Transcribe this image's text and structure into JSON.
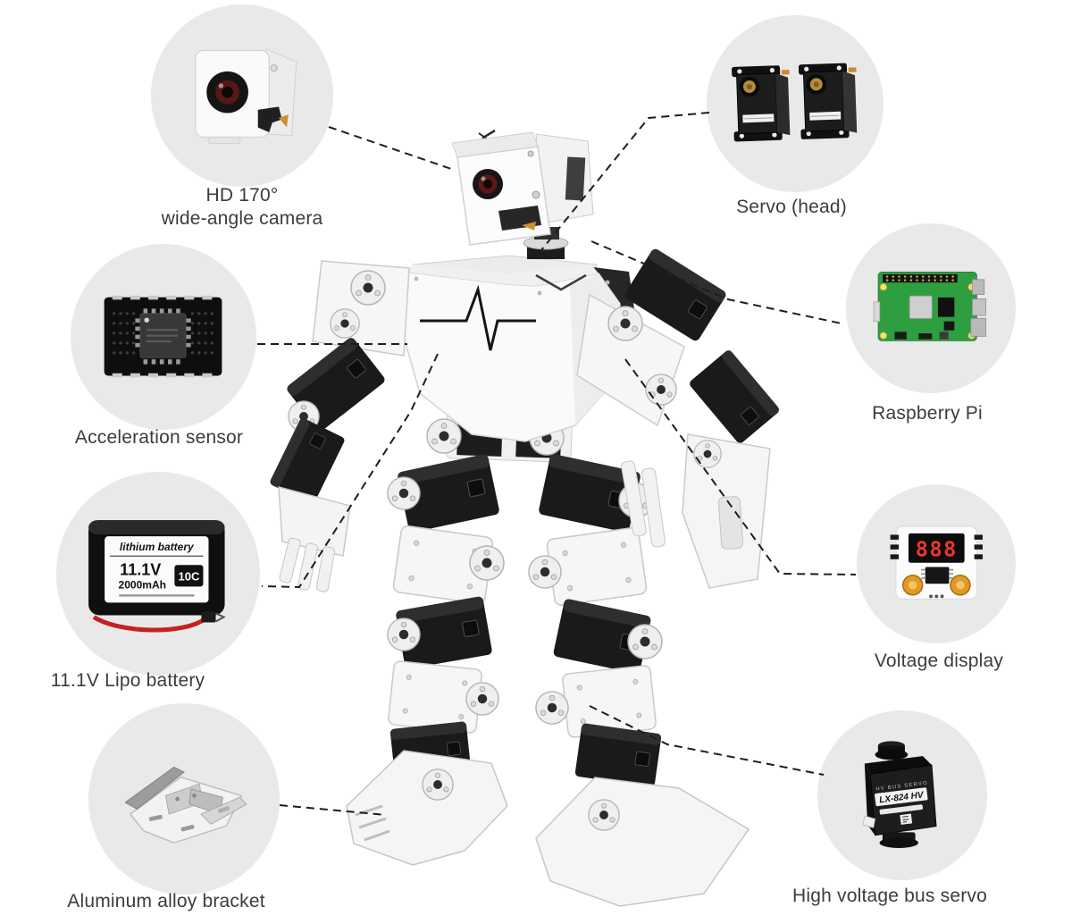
{
  "features": {
    "camera": {
      "line1": "HD 170°",
      "line2": "wide-angle camera"
    },
    "acceleration_sensor": {
      "label": "Acceleration sensor"
    },
    "lipo_battery": {
      "label": "11.1V Lipo battery"
    },
    "aluminum_bracket": {
      "label": "Aluminum alloy bracket"
    },
    "servo_head": {
      "label": "Servo (head)"
    },
    "raspberry_pi": {
      "label": "Raspberry Pi"
    },
    "voltage_display": {
      "label": "Voltage display"
    },
    "hv_bus_servo": {
      "label": "High voltage bus servo"
    }
  },
  "component_text": {
    "battery_brand": "lithium battery",
    "battery_voltage": "11.1V",
    "battery_capacity": "2000mAh",
    "battery_c_rating": "10C",
    "hv_servo_series": "HV BUS SERVO",
    "hv_servo_model": "LX-824 HV",
    "voltage_display_digits": "888"
  },
  "colors": {
    "background": "#ffffff",
    "feature_circle": "#e9e9e9",
    "leader_line": "#1e1e1e",
    "label_text": "#3c3c3c",
    "robot_white": "#f7f7f7",
    "servo_black": "#1a1a1a",
    "pcb_green": "#2f9e41",
    "display_digit_red": "#e8392a",
    "button_orange": "#e09a26",
    "battery_wire_red": "#c42222",
    "lens_ring_red": "#5d1717"
  }
}
